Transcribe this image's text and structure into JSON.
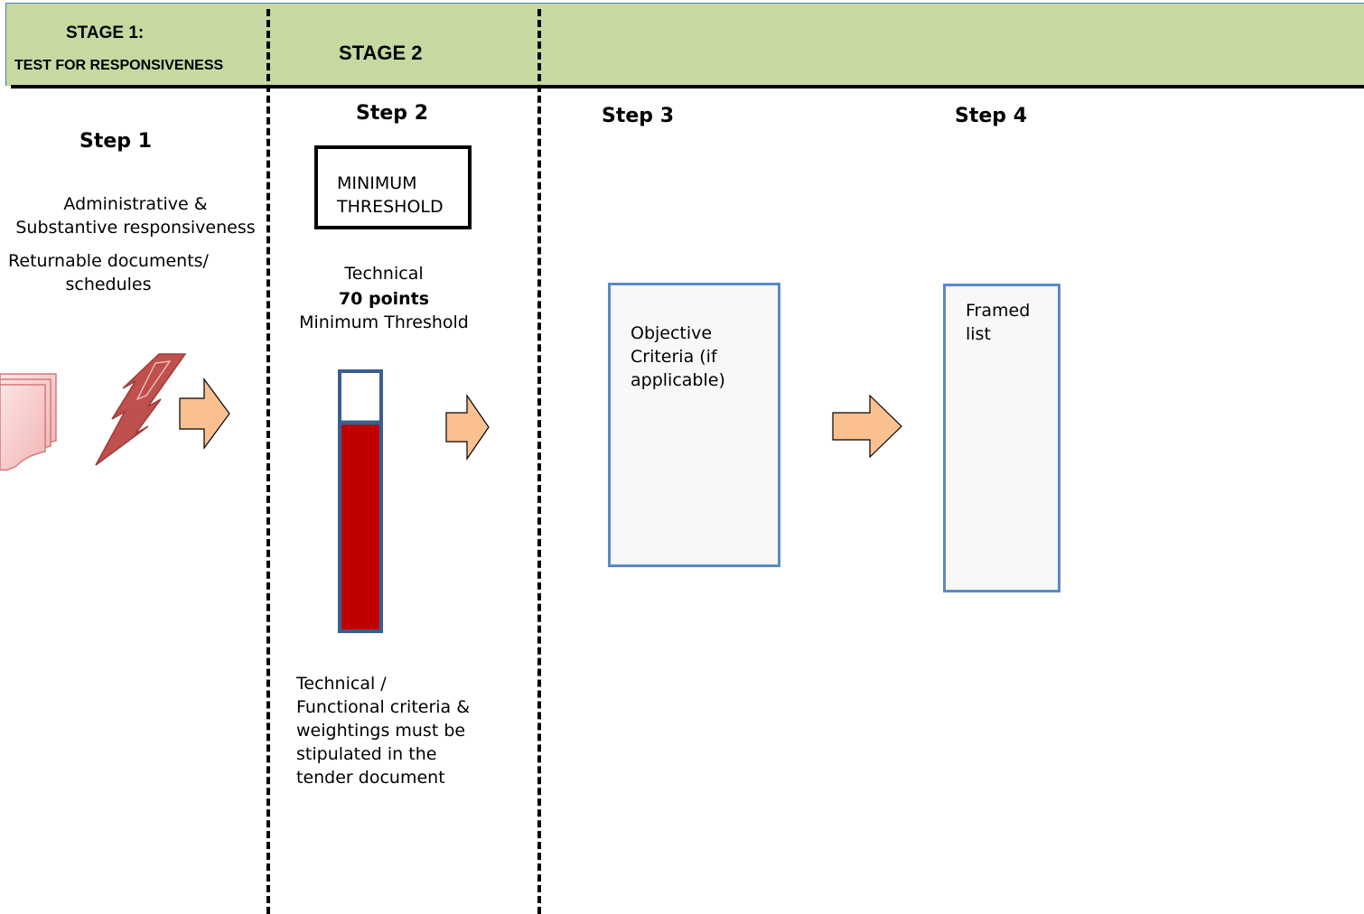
{
  "header": {
    "stage1_title": "STAGE 1:",
    "stage1_subtitle": "TEST FOR RESPONSIVENESS",
    "stage2_title": "STAGE 2",
    "band_color": "#c5d9a0"
  },
  "steps": {
    "step1": {
      "title": "Step 1",
      "line1": "Administrative  &",
      "line2": "Substantive responsiveness",
      "line3": "Returnable documents/",
      "line4": "schedules"
    },
    "step2": {
      "title": "Step 2",
      "threshold_box_line1": "MINIMUM",
      "threshold_box_line2": "THRESHOLD",
      "technical": "Technical",
      "points": "70 points",
      "minimum_threshold": "Minimum Threshold",
      "bar_fill_fraction": 0.8,
      "bar_fill_color": "#c00000",
      "note_lines": [
        "Technical /",
        "Functional criteria &",
        "weightings must be",
        "stipulated in the",
        "tender document"
      ]
    },
    "step3": {
      "title": "Step 3",
      "box_lines": [
        "Objective",
        "Criteria (if",
        "applicable)"
      ]
    },
    "step4": {
      "title": "Step 4",
      "box_lines": [
        "Framed",
        "list"
      ]
    }
  },
  "icons": {
    "documents": "documents-stack-icon",
    "lightning": "lightning-bolt-icon",
    "arrow": "right-arrow-icon",
    "arrow_color": "#fac090"
  }
}
